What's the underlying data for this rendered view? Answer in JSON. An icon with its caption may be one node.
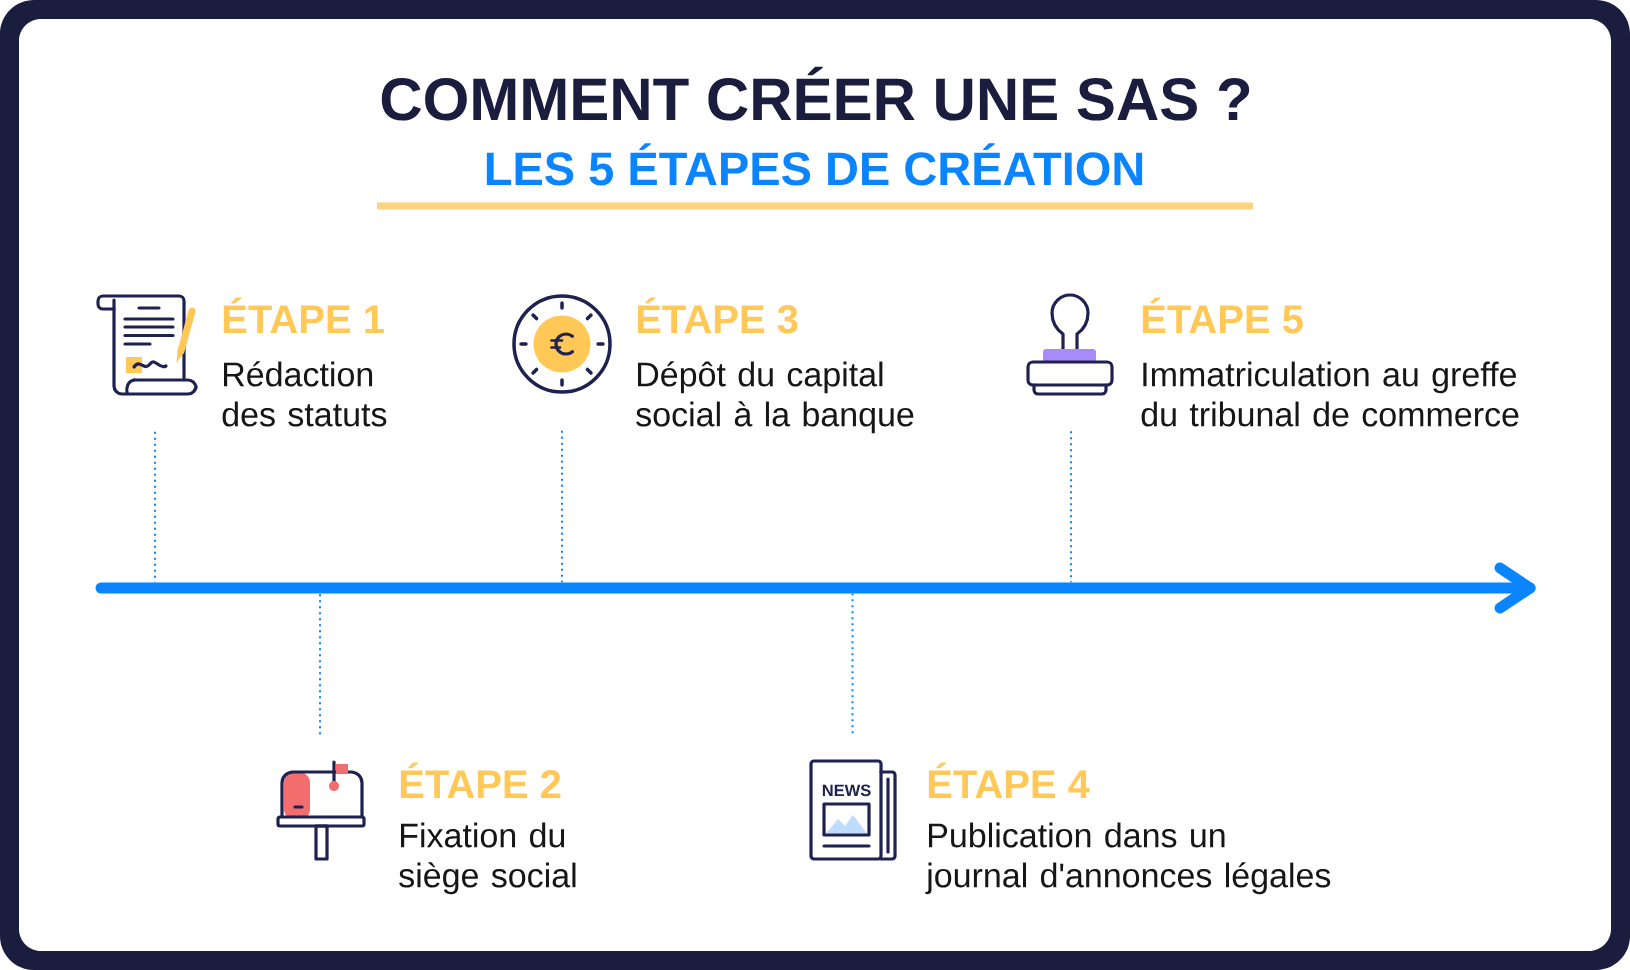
{
  "diagram": {
    "title": "COMMENT CRÉER UNE SAS ?",
    "nodes": [
      {
        "text": [],
        "shape": "picture",
        "beside": [
          "ÉTAPE 1",
          "Rédaction des statuts"
        ]
      },
      {
        "text": [],
        "shape": "picture",
        "beside": [
          "ÉTAPE 2",
          "Fixation du siège social"
        ]
      },
      {
        "text": [],
        "shape": "picture",
        "beside": [
          "ÉTAPE 3",
          "Dépôt du capital social à la banque"
        ]
      },
      {
        "text": [],
        "shape": "picture",
        "beside": [
          "ÉTAPE 4",
          "Publication dans un journal d'annonces légales"
        ]
      },
      {
        "text": [],
        "shape": "picture",
        "beside": [
          "ÉTAPE 5",
          "Immatriculation au greffe du tribunal de commerce"
        ]
      },
      {
        "text": [],
        "shape": "arrow"
      }
    ],
    "edges": [
      {
        "from": 0,
        "to": 5,
        "arrow": "none",
        "style": "dashed"
      },
      {
        "from": 1,
        "to": 5,
        "arrow": "none",
        "style": "dashed"
      },
      {
        "from": 2,
        "to": 5,
        "arrow": "none",
        "style": "dashed"
      },
      {
        "from": 3,
        "to": 5,
        "arrow": "none",
        "style": "dashed"
      },
      {
        "from": 4,
        "to": 5,
        "arrow": "none",
        "style": "dashed"
      }
    ],
    "labels": [
      "LES 5 ÉTAPES DE CRÉATION",
      "NEWS"
    ]
  }
}
